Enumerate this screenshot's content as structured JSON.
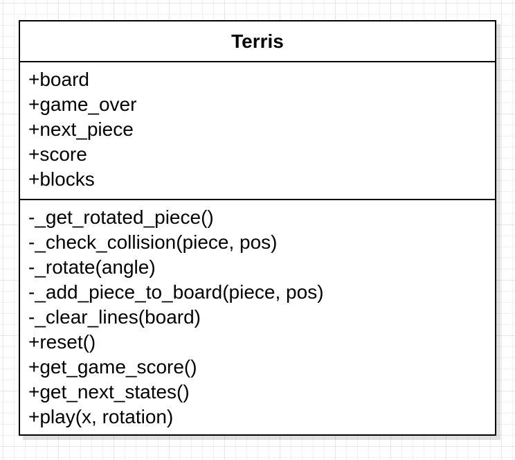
{
  "class": {
    "name": "Terris",
    "attributes": [
      "+board",
      "+game_over",
      "+next_piece",
      "+score",
      "+blocks"
    ],
    "methods": [
      "-_get_rotated_piece()",
      "-_check_collision(piece, pos)",
      "-_rotate(angle)",
      "-_add_piece_to_board(piece, pos)",
      "-_clear_lines(board)",
      "+reset()",
      "+get_game_score()",
      "+get_next_states()",
      "+play(x, rotation)"
    ]
  }
}
